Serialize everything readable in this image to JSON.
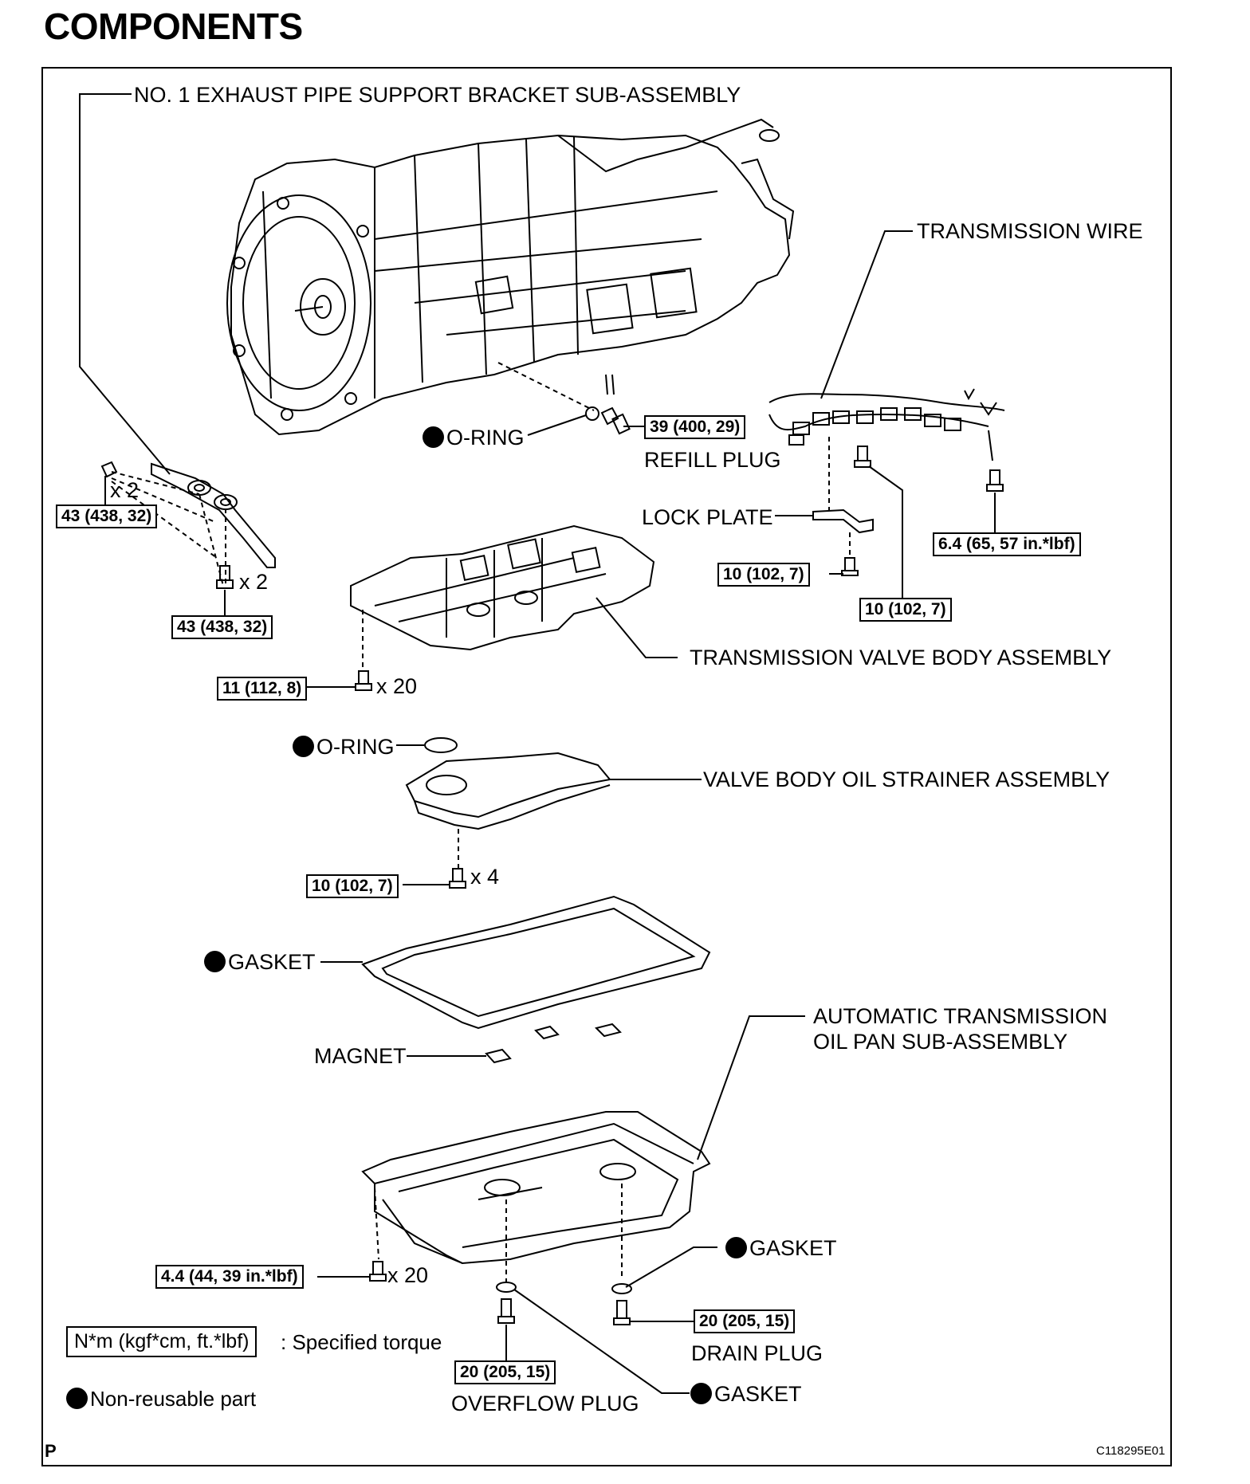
{
  "title": "COMPONENTS",
  "labels": {
    "exhaust_bracket": "NO. 1 EXHAUST PIPE SUPPORT BRACKET SUB-ASSEMBLY",
    "transmission_wire": "TRANSMISSION WIRE",
    "o_ring_top": "O-RING",
    "refill_plug": "REFILL PLUG",
    "lock_plate": "LOCK PLATE",
    "valve_body": "TRANSMISSION VALVE BODY ASSEMBLY",
    "o_ring_strainer": "O-RING",
    "strainer": "VALVE BODY OIL STRAINER ASSEMBLY",
    "gasket_pan": "GASKET",
    "magnet": "MAGNET",
    "oil_pan_line1": "AUTOMATIC TRANSMISSION",
    "oil_pan_line2": "OIL PAN SUB-ASSEMBLY",
    "gasket_drain": "GASKET",
    "drain_plug": "DRAIN PLUG",
    "gasket_overflow": "GASKET",
    "overflow_plug": "OVERFLOW PLUG"
  },
  "torques": {
    "refill": "39 (400, 29)",
    "bracket_nut": "43 (438, 32)",
    "bracket_bolt": "43 (438, 32)",
    "wire_bolt": "6.4 (65, 57 in.*lbf)",
    "lock_plate": "10 (102, 7)",
    "wire_bracket": "10 (102, 7)",
    "valve_body": "11 (112, 8)",
    "strainer": "10 (102, 7)",
    "oil_pan": "4.4 (44, 39 in.*lbf)",
    "drain": "20 (205, 15)",
    "overflow": "20 (205, 15)"
  },
  "quantities": {
    "bracket_nut": "x 2",
    "bracket_bolt": "x 2",
    "valve_body": "x 20",
    "strainer": "x 4",
    "oil_pan": "x 20"
  },
  "legend": {
    "torque_box": "N*m (kgf*cm, ft.*lbf)",
    "torque_text": ": Specified torque",
    "nonreusable_text": "Non-reusable part"
  },
  "corner_code": "P",
  "figure_id": "C118295E01"
}
